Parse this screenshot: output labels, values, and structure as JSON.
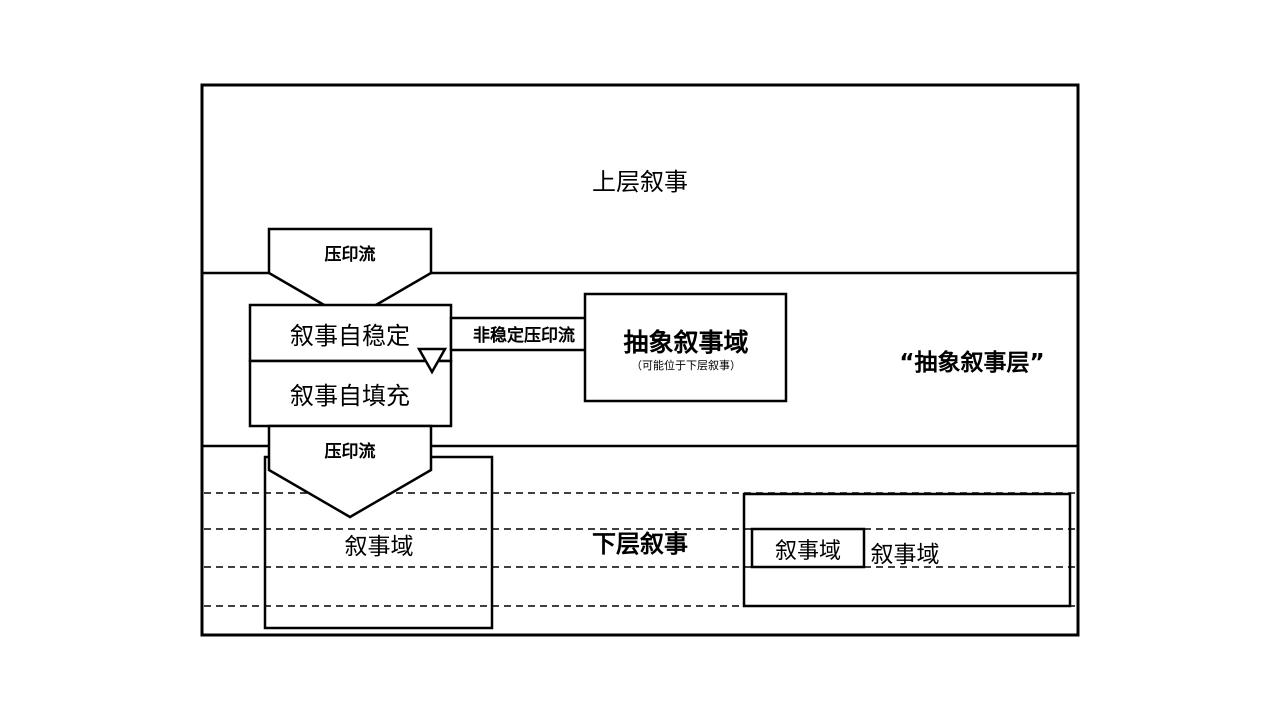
{
  "upper_layer": {
    "label": "上层叙事"
  },
  "abstract_layer": {
    "label": "“抽象叙事层”"
  },
  "lower_layer": {
    "label": "下层叙事"
  },
  "imprint_flow_top": {
    "label": "压印流"
  },
  "imprint_flow_bottom": {
    "label": "压印流"
  },
  "self_stable_box": {
    "label": "叙事自稳定"
  },
  "self_fill_box": {
    "label": "叙事自填充"
  },
  "unstable_flow": {
    "label": "非稳定压印流"
  },
  "abstract_domain": {
    "title": "抽象叙事域",
    "note": "（可能位于下层叙事）"
  },
  "left_domain": {
    "label": "叙事域"
  },
  "right_domain": {
    "outer_label": "叙事域",
    "inner_label": "叙事域"
  }
}
